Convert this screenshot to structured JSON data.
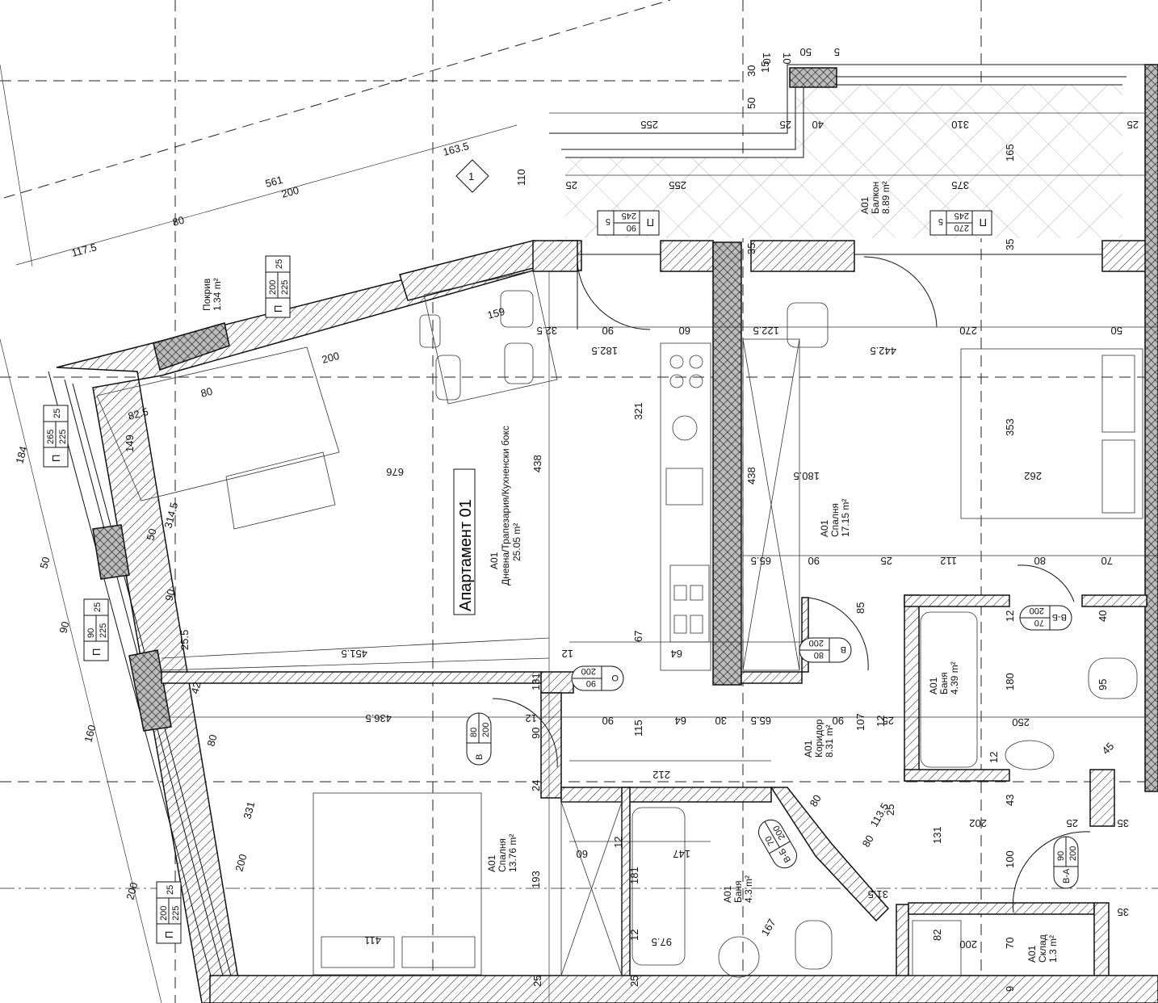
{
  "plan": {
    "apartment_title": "Апартамент 01",
    "grid_marker": "1",
    "rooms": {
      "living": {
        "code": "A01",
        "name": "Дневна/Трапезария/Кухненски бокс",
        "area": "25.05 m²"
      },
      "balcony": {
        "code": "A01",
        "name": "Балкон",
        "area": "8.89 m²"
      },
      "bedroom1": {
        "code": "A01",
        "name": "Спалня",
        "area": "17.15 m²"
      },
      "bathroom1": {
        "code": "A01",
        "name": "Баня",
        "area": "4.39 m²"
      },
      "corridor": {
        "code": "A01",
        "name": "Коридор",
        "area": "8.31 m²"
      },
      "bedroom2": {
        "code": "A01",
        "name": "Спалня",
        "area": "13.76 m²"
      },
      "bathroom2": {
        "code": "A01",
        "name": "Баня",
        "area": "4.3 m²"
      },
      "storage": {
        "code": "A01",
        "name": "Склад",
        "area": "1.3 m²"
      },
      "roof": {
        "name": "Покрив",
        "area": "1.34 m²"
      }
    },
    "window_tags": [
      {
        "letter": "П",
        "w": "200",
        "h": "225",
        "s": "25"
      },
      {
        "letter": "П",
        "w": "265",
        "h": "225",
        "s": "25"
      },
      {
        "letter": "П",
        "w": "90",
        "h": "225",
        "s": "25"
      },
      {
        "letter": "П",
        "w": "200",
        "h": "225",
        "s": "25"
      },
      {
        "letter": "П",
        "w": "90",
        "h": "245",
        "s": "5"
      },
      {
        "letter": "П",
        "w": "270",
        "h": "245",
        "s": "5"
      }
    ],
    "door_tags": [
      {
        "letter": "В",
        "w": "80",
        "h": "200"
      },
      {
        "letter": "В",
        "w": "80",
        "h": "200"
      },
      {
        "letter": "О",
        "w": "90",
        "h": "200"
      },
      {
        "letter": "В-Б",
        "w": "70",
        "h": "200"
      },
      {
        "letter": "В-Б",
        "w": "70",
        "h": "200"
      },
      {
        "letter": "В-А",
        "w": "90",
        "h": "200"
      }
    ],
    "dimensions": [
      "561",
      "200",
      "163.5",
      "117.5",
      "80",
      "110",
      "255",
      "255",
      "25",
      "40",
      "25",
      "310",
      "375",
      "25",
      "50",
      "30",
      "15",
      "10",
      "10",
      "50",
      "5",
      "165",
      "35",
      "35",
      "159",
      "200",
      "82.5",
      "80",
      "149",
      "314.5",
      "50",
      "676",
      "438",
      "321",
      "182.5",
      "32.5",
      "90",
      "60",
      "122.5",
      "270",
      "442.5",
      "50",
      "353",
      "262",
      "180.5",
      "438",
      "65.5",
      "90",
      "25",
      "112",
      "80",
      "70",
      "85",
      "12",
      "40",
      "180",
      "250",
      "95",
      "12",
      "45",
      "43",
      "202",
      "25",
      "35",
      "131",
      "100",
      "35",
      "82",
      "200",
      "70",
      "184",
      "50",
      "90",
      "160",
      "331",
      "200",
      "200",
      "451.5",
      "25.5",
      "42",
      "80",
      "90",
      "67",
      "64",
      "12",
      "131",
      "436.5",
      "12",
      "90",
      "64",
      "30",
      "65.5",
      "90",
      "107",
      "25",
      "115",
      "212",
      "24",
      "90",
      "60",
      "12",
      "147",
      "181",
      "193",
      "411",
      "97.5",
      "12",
      "167",
      "113.5",
      "80",
      "80",
      "31.5",
      "12",
      "25",
      "25",
      "25",
      "9"
    ]
  }
}
